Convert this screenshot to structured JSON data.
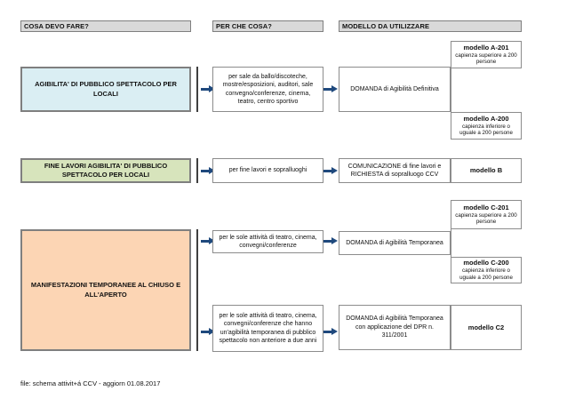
{
  "headers": {
    "col1": "COSA DEVO FARE?",
    "col2": "PER CHE COSA?",
    "col3": "MODELLO DA UTILIZZARE"
  },
  "flow1": {
    "source": "AGIBILITA' DI PUBBLICO SPETTACOLO PER LOCALI",
    "purpose": "per sale da ballo/discoteche, mostre/esposizioni, auditori, sale convegno/conferenze, cinema, teatro, centro sportivo",
    "model": "DOMANDA di Agibilità Definitiva",
    "variants": [
      {
        "name": "modello A-201",
        "note": "capienza superiore a 200 persone"
      },
      {
        "name": "modello A-200",
        "note": "capienza inferiore o uguale a 200 persone"
      }
    ]
  },
  "flow2": {
    "source": "FINE LAVORI AGIBILITA' DI PUBBLICO SPETTACOLO PER LOCALI",
    "purpose": "per fine lavori e sopralluoghi",
    "model": "COMUNICAZIONE di fine lavori e RICHIESTA di sopralluogo CCV",
    "variant": "modello B"
  },
  "flow3": {
    "source": "MANIFESTAZIONI TEMPORANEE AL CHIUSO E ALL'APERTO",
    "branch1": {
      "purpose": "per le sole attività di teatro, cinema, convegni/conferenze",
      "model": "DOMANDA di Agibilità Temporanea",
      "variants": [
        {
          "name": "modello C-201",
          "note": "capienza superiore a 200 persone"
        },
        {
          "name": "modello C-200",
          "note": "capienza inferiore o uguale a 200 persone"
        }
      ]
    },
    "branch2": {
      "purpose": "per le sole attività di teatro, cinema, convegni/conferenze che hanno un'agibilità temporanea di pubblico spettacolo non anteriore a due anni",
      "model": "DOMANDA di Agibilità Temporanea con applicazione del DPR n. 311/2001",
      "variant": "modello C2"
    }
  },
  "footer": "file: schema attivit+á CCV - aggiorn 01.08.2017",
  "colors": {
    "header_fill": "#d9d9d9",
    "flow1_fill": "#daeef3",
    "flow2_fill": "#d7e4bc",
    "flow3_fill": "#fcd5b4",
    "arrow": "#1f497d",
    "box_border": "#7f7f7f"
  }
}
